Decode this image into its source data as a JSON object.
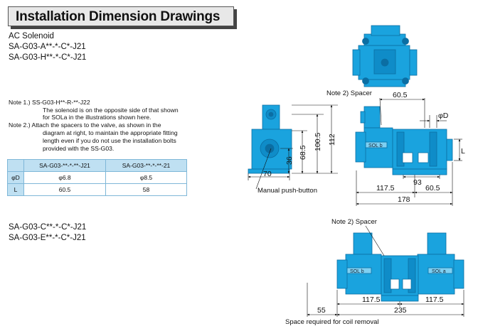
{
  "header": {
    "title": "Installation Dimension Drawings"
  },
  "ac": {
    "title": "AC Solenoid",
    "model1": "SA-G03-A**-*-C*-J21",
    "model2": "SA-G03-H**-*-C*-J21"
  },
  "notes": {
    "n1_label": "Note 1.) SS-G03-H**-R-**-J22",
    "n1_text1": "The solenoid is on the opposite side of that shown",
    "n1_text2": "for SOLa in the illustrations shown here.",
    "n2_label": "Note 2.) Attach the spacers to the valve, as shown in the",
    "n2_text1": "diagram at right, to maintain the appropriate fitting",
    "n2_text2": "length even if you do not use the installation bolts",
    "n2_text3": "provided with the SS-G03."
  },
  "table": {
    "col1": "SA-G03-**-*-**-J21",
    "col2": "SA-G03-**-*-**-21",
    "row1": {
      "label": "φD",
      "v1": "φ6.8",
      "v2": "φ8.5"
    },
    "row2": {
      "label": "L",
      "v1": "60.5",
      "v2": "58"
    }
  },
  "lower": {
    "model1": "SA-G03-C**-*-C*-J21",
    "model2": "SA-G03-E**-*-C*-J21"
  },
  "dims": {
    "d112": "112",
    "d100_5": "100.5",
    "d68_5": "68.5",
    "d36": "36",
    "d70": "70",
    "d60_5_top": "60.5",
    "d_phiD": "φD",
    "d_L": "L",
    "d93": "93",
    "d117_5": "117.5",
    "d60_5": "60.5",
    "d178": "178",
    "d117_5_a": "117.5",
    "d117_5_b": "117.5",
    "d55": "55",
    "d235": "235"
  },
  "labels": {
    "spacer_top": "Note 2) Spacer",
    "push_button": "Manual push-button",
    "spacer_bottom": "Note 2) Spacer",
    "coil_space": "Space required for coil removal",
    "sol_b": "SOL b",
    "sol_a": "SOL a"
  },
  "colors": {
    "valve": "#1aa3de",
    "valve_dark": "#0b6ea3",
    "table_head": "#bfe0f2"
  }
}
